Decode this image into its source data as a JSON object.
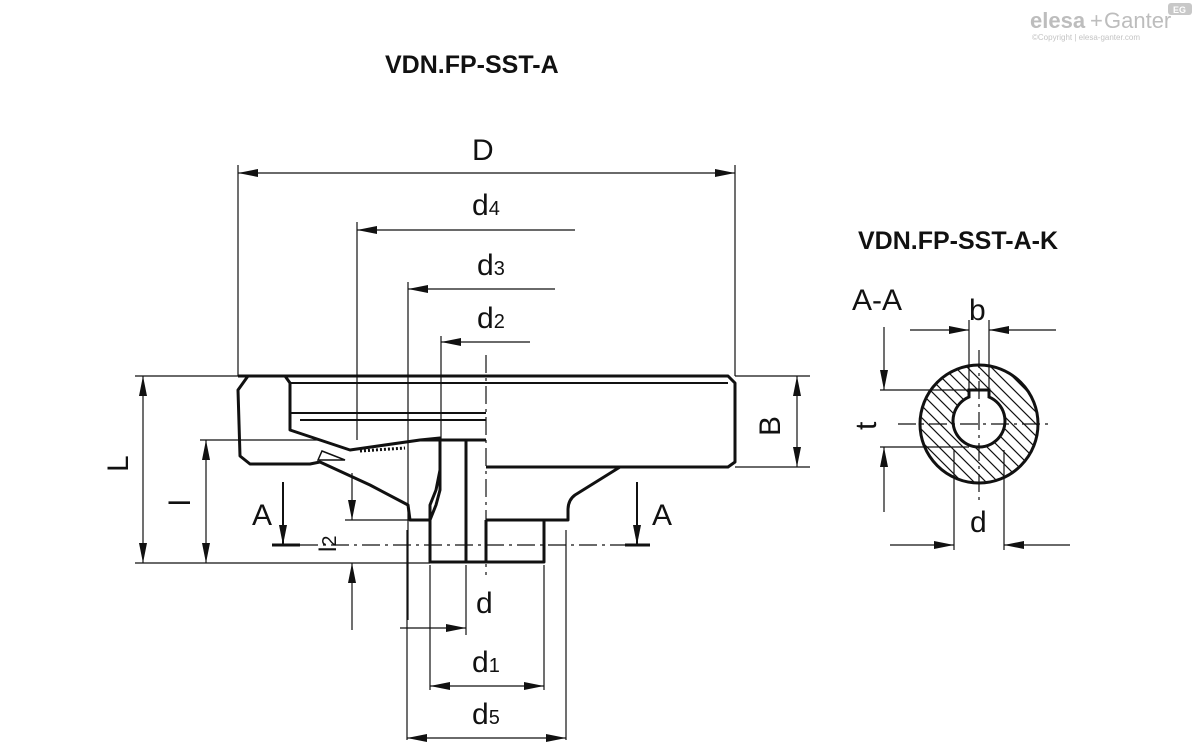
{
  "logo": {
    "brand_left": "elesa",
    "brand_sep": "+",
    "brand_right": "Ganter",
    "badge": "EG",
    "copyright": "©Copyright | elesa-ganter.com"
  },
  "titles": {
    "main_view": "VDN.FP-SST-A",
    "keyed_view": "VDN.FP-SST-A-K",
    "section_label": "A-A"
  },
  "dimensions": {
    "D": "D",
    "d4": {
      "base": "d",
      "sub": "4"
    },
    "d3": {
      "base": "d",
      "sub": "3"
    },
    "d2": {
      "base": "d",
      "sub": "2"
    },
    "d1": {
      "base": "d",
      "sub": "1"
    },
    "d5": {
      "base": "d",
      "sub": "5"
    },
    "d": "d",
    "B": "B",
    "L": "L",
    "l": "l",
    "l2": {
      "base": "l",
      "sub": "2"
    },
    "section_mark_left": "A",
    "section_mark_right": "A",
    "key_b": "b",
    "key_t": "t",
    "key_d": "d"
  }
}
